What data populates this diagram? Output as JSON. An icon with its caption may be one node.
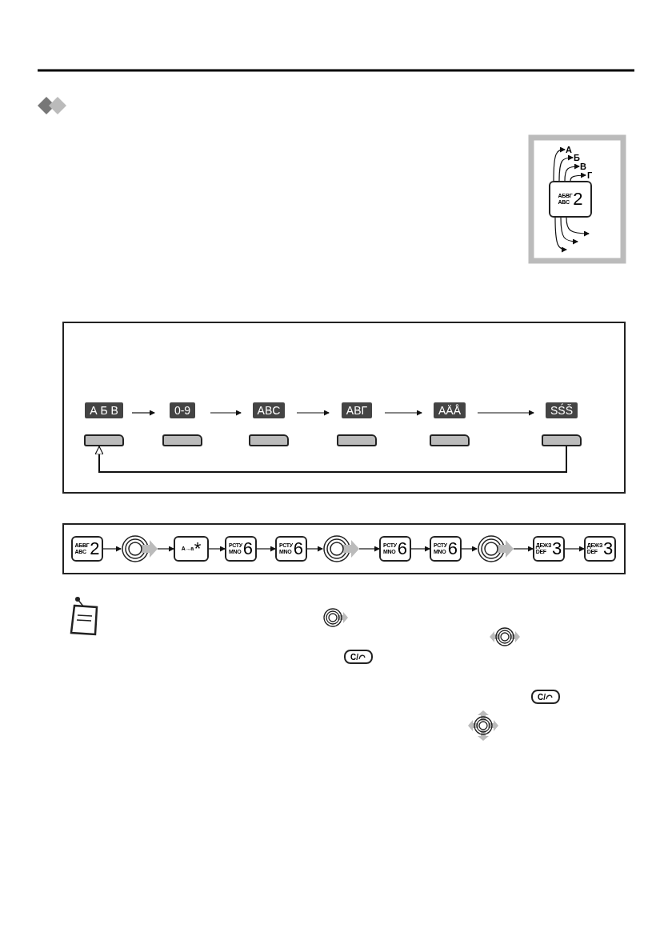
{
  "diagram": {
    "nodes": [
      {
        "text": [
          "АБВГ",
          "ABC",
          "2"
        ]
      },
      {
        "text": [
          "А"
        ]
      },
      {
        "text": [
          "Б"
        ]
      },
      {
        "text": [
          "В"
        ]
      },
      {
        "text": [
          "Г"
        ]
      },
      {
        "text": [
          "А Б В"
        ]
      },
      {
        "text": [
          "0-9"
        ]
      },
      {
        "text": [
          "ABC"
        ]
      },
      {
        "text": [
          "АВГ"
        ]
      },
      {
        "text": [
          "AÄÅ"
        ]
      },
      {
        "text": [
          "SŚŠ"
        ]
      },
      {
        "text": [
          "АБВГ",
          "ABC",
          "2"
        ]
      },
      {
        "text": [],
        "shape": "circle"
      },
      {
        "text": [
          "A→a",
          "*"
        ]
      },
      {
        "text": [
          "РСТУ",
          "MNO",
          "6"
        ]
      },
      {
        "text": [
          "РСТУ",
          "MNO",
          "6"
        ]
      },
      {
        "text": [],
        "shape": "circle"
      },
      {
        "text": [
          "РСТУ",
          "MNO",
          "6"
        ]
      },
      {
        "text": [
          "РСТУ",
          "MNO",
          "6"
        ]
      },
      {
        "text": [],
        "shape": "circle"
      },
      {
        "text": [
          "ДЕЖЗ",
          "DEF",
          "3"
        ]
      },
      {
        "text": [
          "ДЕЖЗ",
          "DEF",
          "3"
        ]
      }
    ],
    "edges": [
      {
        "from": 0,
        "to": 1,
        "arrow": "to"
      },
      {
        "from": 0,
        "to": 2,
        "arrow": "to"
      },
      {
        "from": 0,
        "to": 3,
        "arrow": "to"
      },
      {
        "from": 0,
        "to": 4,
        "arrow": "to"
      },
      {
        "from": 0,
        "to": null,
        "arrow": "to"
      },
      {
        "from": 0,
        "to": null,
        "arrow": "to"
      },
      {
        "from": 0,
        "to": null,
        "arrow": "to"
      },
      {
        "from": 5,
        "to": 6,
        "arrow": "to"
      },
      {
        "from": 6,
        "to": 7,
        "arrow": "to"
      },
      {
        "from": 7,
        "to": 8,
        "arrow": "to"
      },
      {
        "from": 8,
        "to": 9,
        "arrow": "to"
      },
      {
        "from": 9,
        "to": 10,
        "arrow": "to"
      },
      {
        "from": 10,
        "to": 5,
        "arrow": "to"
      },
      {
        "from": 11,
        "to": 12,
        "arrow": "to"
      },
      {
        "from": 12,
        "to": 13,
        "arrow": "to"
      },
      {
        "from": 13,
        "to": 14,
        "arrow": "to"
      },
      {
        "from": 14,
        "to": 15,
        "arrow": "to"
      },
      {
        "from": 15,
        "to": 16,
        "arrow": "to"
      },
      {
        "from": 16,
        "to": 17,
        "arrow": "to"
      },
      {
        "from": 17,
        "to": 18,
        "arrow": "to"
      },
      {
        "from": 18,
        "to": 19,
        "arrow": "to"
      },
      {
        "from": 19,
        "to": 20,
        "arrow": "to"
      },
      {
        "from": 20,
        "to": 21,
        "arrow": "to"
      }
    ],
    "labels": [
      "C/",
      "C/"
    ]
  }
}
